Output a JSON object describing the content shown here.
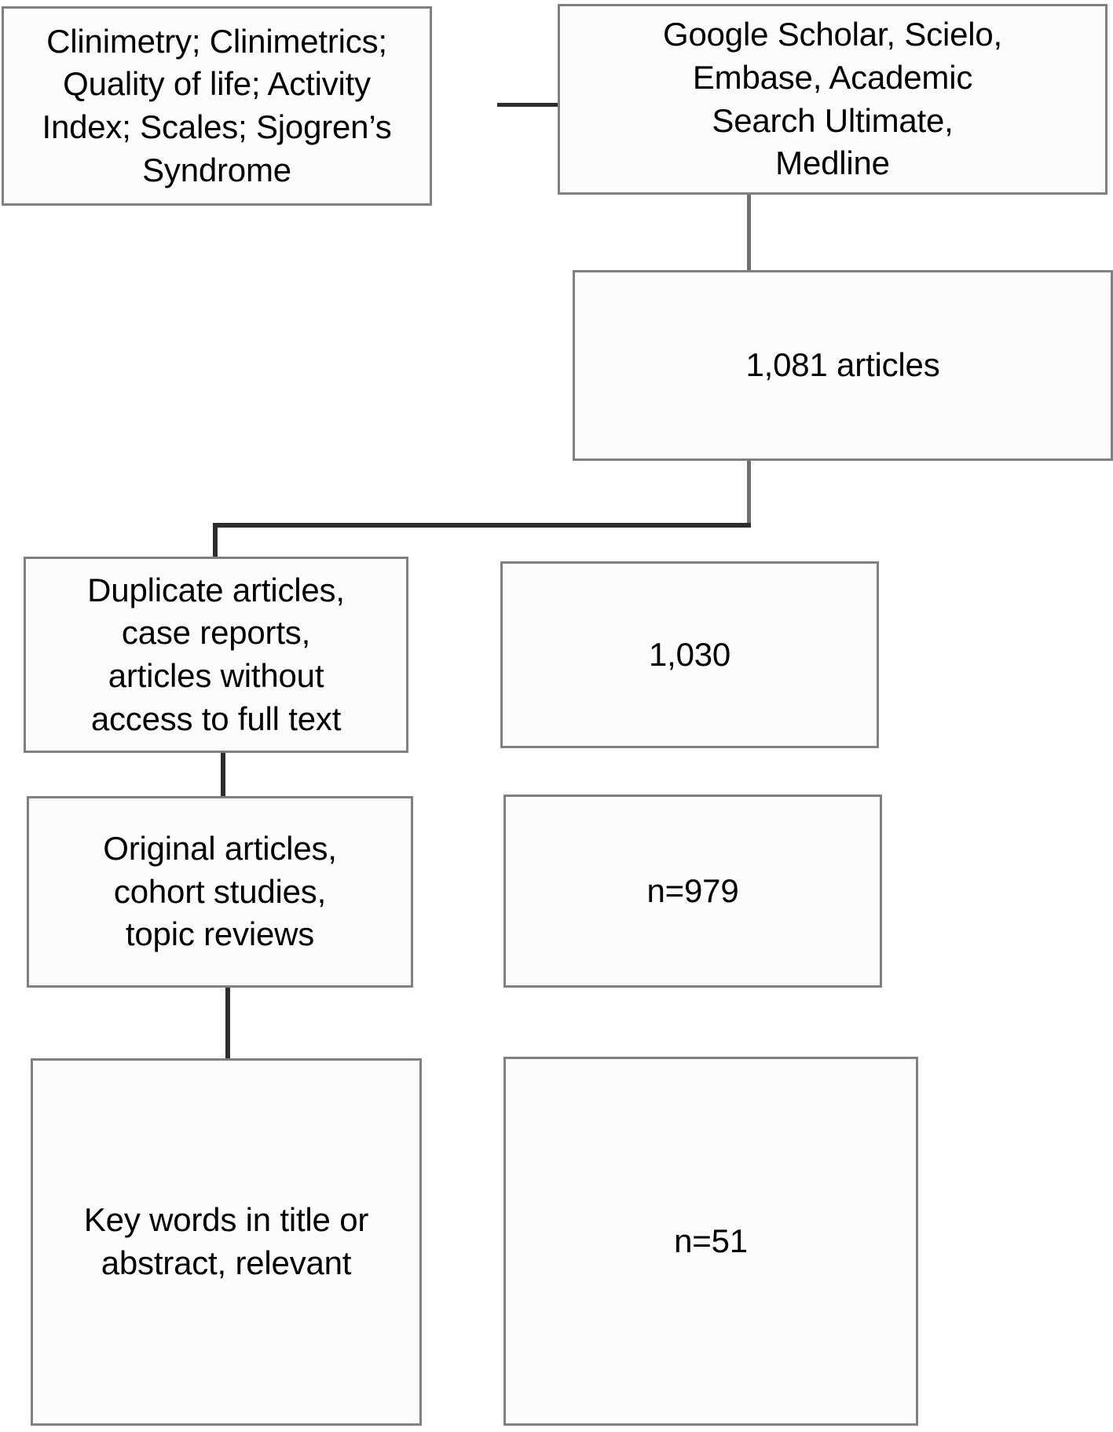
{
  "diagram": {
    "title": "Article selection flow diagram",
    "type": "flowchart",
    "nodes": [
      {
        "id": "keywords",
        "name": "keywords-box",
        "text": "Clinimetry; Clinimetrics;\nQuality of life; Activity\nIndex; Scales; Sjogren’s\nSyndrome"
      },
      {
        "id": "databases",
        "name": "databases-box",
        "text": "Google Scholar, Scielo,\nEmbase, Academic\nSearch Ultimate,\nMedline"
      },
      {
        "id": "total-articles",
        "name": "total-articles-box",
        "text": "1,081 articles"
      },
      {
        "id": "exclusion-criteria",
        "name": "exclusion-criteria-box",
        "text": "Duplicate articles,\ncase reports,\narticles without\naccess to full text"
      },
      {
        "id": "count-1030",
        "name": "remaining-count-box",
        "text": "1,030"
      },
      {
        "id": "inclusion-types",
        "name": "inclusion-types-box",
        "text": "Original articles,\ncohort studies,\ntopic reviews"
      },
      {
        "id": "count-979",
        "name": "included-count-box",
        "text": "n=979"
      },
      {
        "id": "relevance-criteria",
        "name": "relevance-criteria-box",
        "text": "Key words in title or\nabstract, relevant"
      },
      {
        "id": "count-51",
        "name": "final-count-box",
        "text": "n=51"
      }
    ],
    "colors": {
      "box_border": "#808080",
      "box_fill": "#fdfbfc",
      "connector": "#2e2e2e",
      "text": "#000000",
      "background": "#ffffff"
    }
  }
}
